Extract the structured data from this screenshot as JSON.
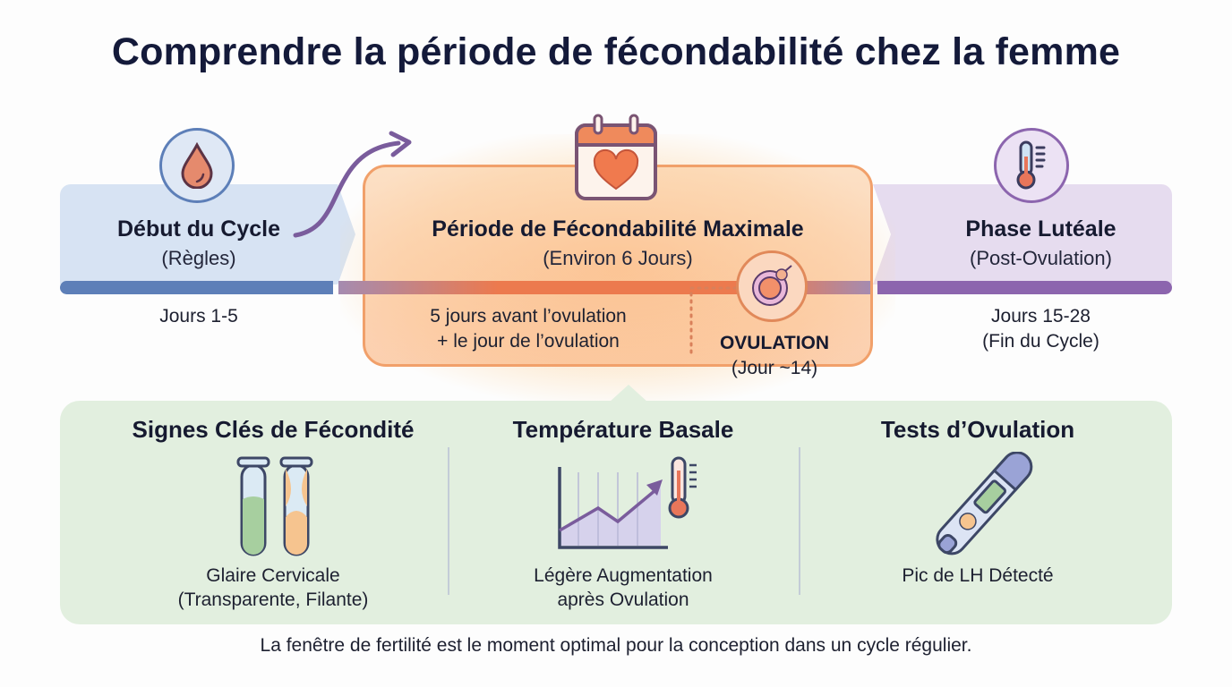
{
  "title": "Comprendre la période de fécondabilité chez la femme",
  "phases": [
    {
      "title": "Début du Cycle",
      "subtitle": "(Règles)",
      "days": "Jours 1-5",
      "icon": "blood-drop-icon",
      "color": "#5d7fb8"
    },
    {
      "title": "Période de Fécondabilité Maximale",
      "subtitle": "(Environ 6 Jours)",
      "detail_line1": "5 jours avant l’ovulation",
      "detail_line2": "+ le jour de l’ovulation",
      "icon": "calendar-heart-icon",
      "color": "#ec7a4e"
    },
    {
      "title": "Phase Lutéale",
      "subtitle": "(Post-Ovulation)",
      "days_line1": "Jours 15-28",
      "days_line2": "(Fin du Cycle)",
      "icon": "thermometer-icon",
      "color": "#8c65ae"
    }
  ],
  "ovulation": {
    "label": "OVULATION",
    "day": "(Jour ~14)",
    "icon": "ovum-sperm-icon"
  },
  "signs": [
    {
      "title": "Signes Clés de Fécondité",
      "line1": "Glaire Cervicale",
      "line2": "(Transparente, Filante)",
      "icon": "test-tubes-icon"
    },
    {
      "title": "Température Basale",
      "line1": "Légère Augmentation",
      "line2": "après Ovulation",
      "icon": "temperature-chart-icon"
    },
    {
      "title": "Tests d’Ovulation",
      "line1": "Pic de LH Détecté",
      "icon": "ovulation-test-icon"
    }
  ],
  "footer": "La fenêtre de fertilité est le moment optimal pour la conception dans un cycle régulier."
}
